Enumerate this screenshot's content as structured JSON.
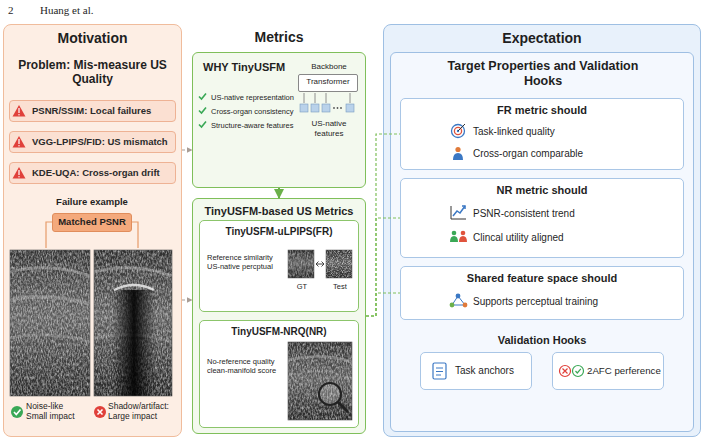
{
  "diagram": {
    "nodes": [
      {
        "text": [
          "Motivation",
          "Problem: Mis-measure US Quality"
        ]
      },
      {
        "text": [
          "PSNR/SSIM: Local failures"
        ],
        "in": 0
      },
      {
        "text": [
          "VGG-LPIPS/FID: US mismatch"
        ],
        "in": 0
      },
      {
        "text": [
          "KDE-UQA: Cross-organ drift"
        ],
        "in": 0
      },
      {
        "text": [
          "Matched PSNR"
        ],
        "in": 0
      },
      {
        "text": [
          "WHY TinyUSFM",
          "US-native representation",
          "Cross-organ consistency",
          "Structure-aware features",
          "Backbone",
          "US-native features"
        ]
      },
      {
        "text": [
          "Transformer"
        ],
        "in": 5
      },
      {
        "text": [
          "TinyUSFM-based US Metrics"
        ]
      },
      {
        "text": [
          "TinyUSFM-uLPIPS(FR)",
          "Reference similarity US-native percptual",
          "GT",
          "Test"
        ],
        "in": 7
      },
      {
        "text": [
          "TinyUSFM-NRQ(NR)",
          "No-reference quality clean-manifold score"
        ],
        "in": 7
      },
      {
        "text": [
          "Expectation"
        ]
      },
      {
        "text": [
          "Target Properties and Validation Hooks",
          "Validation Hooks"
        ],
        "in": 10
      },
      {
        "text": [
          "FR metric should",
          "Task-linked quality",
          "Cross-organ comparable"
        ],
        "in": 11
      },
      {
        "text": [
          "NR metric should",
          "PSNR-consistent trend",
          "Clincal utility aligned"
        ],
        "in": 11
      },
      {
        "text": [
          "Shared feature space should",
          "Supports perceptual training"
        ],
        "in": 11
      },
      {
        "text": [
          "Task anchors"
        ],
        "in": 11
      },
      {
        "text": [
          "2AFC perference"
        ],
        "in": 11
      }
    ],
    "edges": [
      {
        "from": 0,
        "to": 5,
        "arrow": "to"
      },
      {
        "from": 0,
        "to": 7,
        "arrow": "to"
      },
      {
        "from": 5,
        "to": 7,
        "arrow": "to"
      },
      {
        "from": 7,
        "to": 12,
        "arrow": "none"
      },
      {
        "from": 7,
        "to": 13,
        "arrow": "none"
      },
      {
        "from": 7,
        "to": 14,
        "arrow": "none"
      }
    ],
    "labels": [
      "2",
      "Huang et al.",
      "Metrics",
      "Failure example",
      "Noise-like Small impact",
      "Shadow/artifact: Large impact"
    ]
  }
}
